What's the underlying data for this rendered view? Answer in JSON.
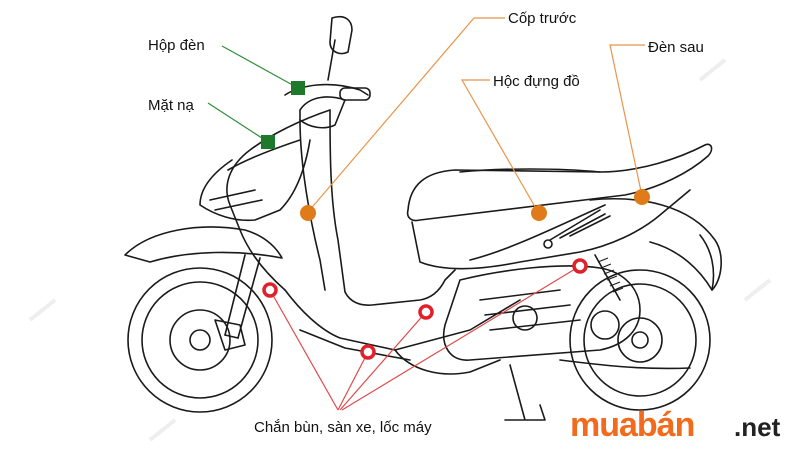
{
  "labels": {
    "headlight_box": "Hộp đèn",
    "front_mask": "Mặt nạ",
    "front_cover": "Cốp trước",
    "storage_box": "Hộc đựng đồ",
    "tail_light": "Đèn sau",
    "bottom_parts": "Chắn bùn, sàn xe, lốc máy"
  },
  "watermark": {
    "brand": "muabán",
    "tld": ".net"
  },
  "colors": {
    "green_marker": "#1e7a2a",
    "green_line": "#2f8f3a",
    "orange_marker": "#e07b1a",
    "orange_line": "#e8954a",
    "red_marker": "#e0202a",
    "red_line": "#e04a4a",
    "watermark_brand": "#f26a1b",
    "watermark_tld": "#222222"
  }
}
